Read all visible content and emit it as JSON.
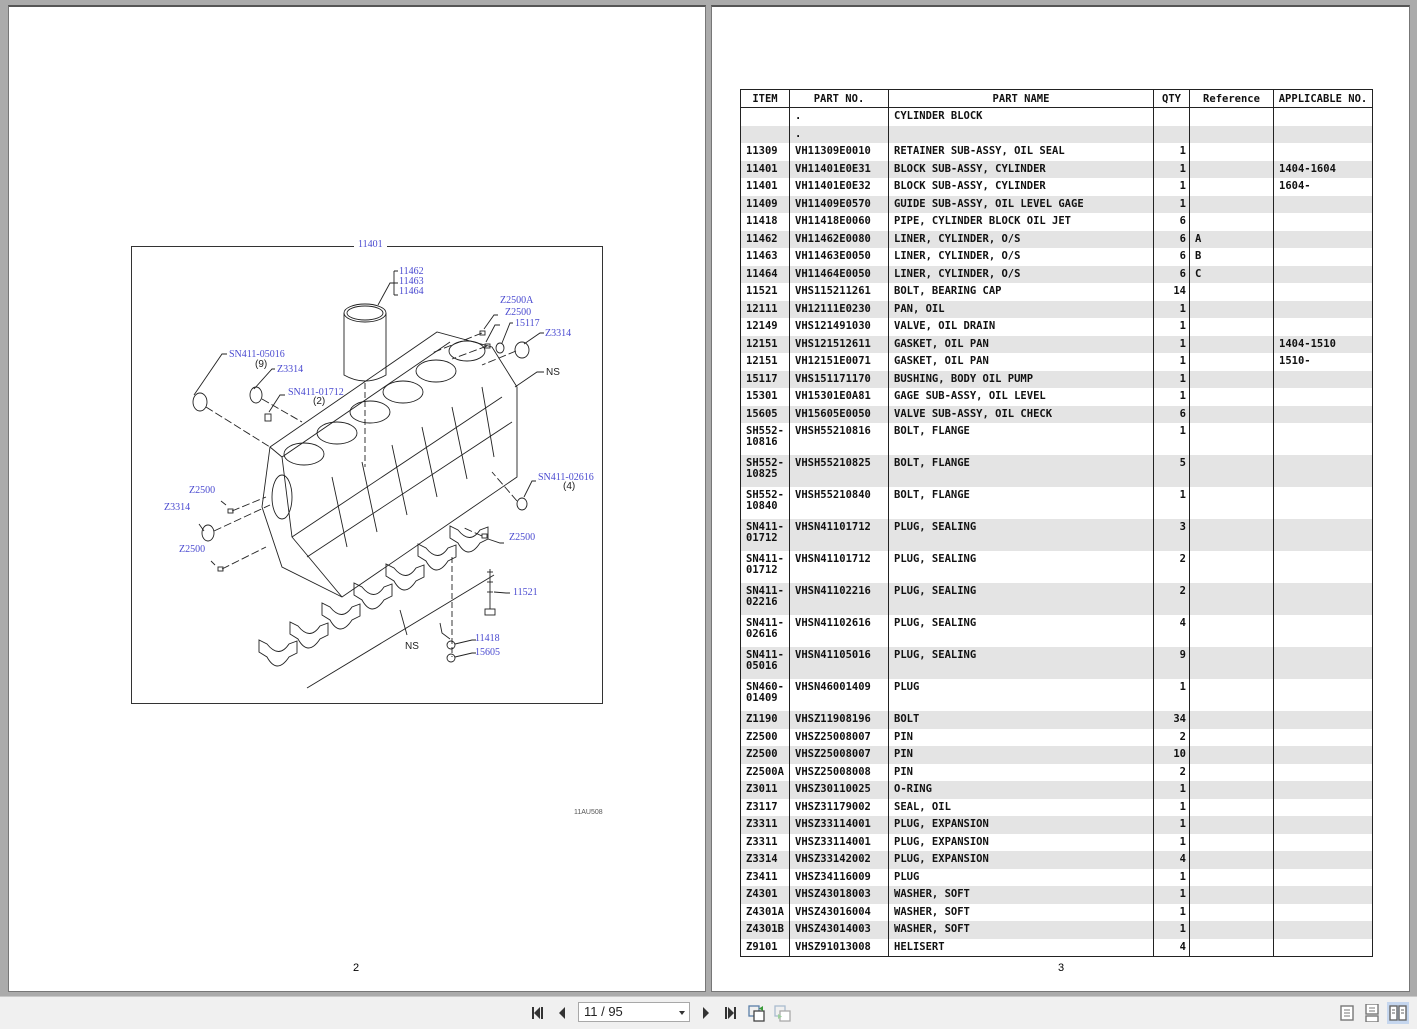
{
  "viewer": {
    "page_indicator": "11 / 95",
    "nav": {
      "first": "first-page",
      "prev": "previous-page",
      "next": "next-page",
      "last": "last-page",
      "back_view": "previous-view",
      "forward_view": "next-view"
    },
    "view_modes": [
      "single-page",
      "continuous",
      "two-page"
    ],
    "active_view_mode": "two-page",
    "accent_color": "#c5d6ee"
  },
  "left_page": {
    "page_number": "2",
    "figure": {
      "title": "11401",
      "code": "11AU508",
      "callouts": [
        {
          "id": "c1",
          "text": "11462"
        },
        {
          "id": "c2",
          "text": "11463"
        },
        {
          "id": "c3",
          "text": "11464"
        },
        {
          "id": "c4",
          "text": "Z2500A"
        },
        {
          "id": "c5",
          "text": "Z2500"
        },
        {
          "id": "c6",
          "text": "15117"
        },
        {
          "id": "c7",
          "text": "Z3314"
        },
        {
          "id": "c8",
          "text": "SN411-05016"
        },
        {
          "id": "c9",
          "text": "Z3314"
        },
        {
          "id": "c10",
          "text": "SN411-01712"
        },
        {
          "id": "c11",
          "text": "Z2500"
        },
        {
          "id": "c12",
          "text": "Z3314"
        },
        {
          "id": "c13",
          "text": "Z2500"
        },
        {
          "id": "c14",
          "text": "SN411-02616"
        },
        {
          "id": "c15",
          "text": "Z2500"
        },
        {
          "id": "c16",
          "text": "11521"
        },
        {
          "id": "c17",
          "text": "11418"
        },
        {
          "id": "c18",
          "text": "15605"
        }
      ],
      "qty_notes": {
        "sn411_05016": "(9)",
        "sn411_01712": "(2)",
        "sn411_02616": "(4)"
      },
      "ns_labels": [
        "NS",
        "NS"
      ]
    }
  },
  "right_page": {
    "page_number": "3",
    "table": {
      "headers": [
        "ITEM",
        "PART NO.",
        "PART NAME",
        "QTY",
        "Reference",
        "APPLICABLE NO."
      ],
      "rows": [
        {
          "item": "",
          "part_no": ".",
          "name": "CYLINDER BLOCK",
          "qty": "",
          "ref": "",
          "app": ""
        },
        {
          "item": "",
          "part_no": ".",
          "name": "",
          "qty": "",
          "ref": "",
          "app": ""
        },
        {
          "item": "11309",
          "part_no": "VH11309E0010",
          "name": "RETAINER SUB-ASSY, OIL SEAL",
          "qty": "1",
          "ref": "",
          "app": ""
        },
        {
          "item": "11401",
          "part_no": "VH11401E0E31",
          "name": "BLOCK SUB-ASSY, CYLINDER",
          "qty": "1",
          "ref": "",
          "app": "1404-1604"
        },
        {
          "item": "11401",
          "part_no": "VH11401E0E32",
          "name": "BLOCK SUB-ASSY, CYLINDER",
          "qty": "1",
          "ref": "",
          "app": "1604-"
        },
        {
          "item": "11409",
          "part_no": "VH11409E0570",
          "name": "GUIDE SUB-ASSY, OIL LEVEL GAGE",
          "qty": "1",
          "ref": "",
          "app": ""
        },
        {
          "item": "11418",
          "part_no": "VH11418E0060",
          "name": "PIPE, CYLINDER BLOCK OIL JET",
          "qty": "6",
          "ref": "",
          "app": ""
        },
        {
          "item": "11462",
          "part_no": "VH11462E0080",
          "name": "LINER, CYLINDER, O/S",
          "qty": "6",
          "ref": "A",
          "app": ""
        },
        {
          "item": "11463",
          "part_no": "VH11463E0050",
          "name": "LINER, CYLINDER, O/S",
          "qty": "6",
          "ref": "B",
          "app": ""
        },
        {
          "item": "11464",
          "part_no": "VH11464E0050",
          "name": "LINER, CYLINDER, O/S",
          "qty": "6",
          "ref": "C",
          "app": ""
        },
        {
          "item": "11521",
          "part_no": "VHS115211261",
          "name": "BOLT, BEARING CAP",
          "qty": "14",
          "ref": "",
          "app": ""
        },
        {
          "item": "12111",
          "part_no": "VH12111E0230",
          "name": "PAN, OIL",
          "qty": "1",
          "ref": "",
          "app": ""
        },
        {
          "item": "12149",
          "part_no": "VHS121491030",
          "name": "VALVE, OIL DRAIN",
          "qty": "1",
          "ref": "",
          "app": ""
        },
        {
          "item": "12151",
          "part_no": "VHS121512611",
          "name": "GASKET, OIL PAN",
          "qty": "1",
          "ref": "",
          "app": "1404-1510"
        },
        {
          "item": "12151",
          "part_no": "VH12151E0071",
          "name": "GASKET, OIL PAN",
          "qty": "1",
          "ref": "",
          "app": "1510-"
        },
        {
          "item": "15117",
          "part_no": "VHS151171170",
          "name": "BUSHING, BODY OIL PUMP",
          "qty": "1",
          "ref": "",
          "app": ""
        },
        {
          "item": "15301",
          "part_no": "VH15301E0A81",
          "name": "GAGE SUB-ASSY, OIL LEVEL",
          "qty": "1",
          "ref": "",
          "app": ""
        },
        {
          "item": "15605",
          "part_no": "VH15605E0050",
          "name": "VALVE SUB-ASSY, OIL CHECK",
          "qty": "6",
          "ref": "",
          "app": ""
        },
        {
          "item": "SH552-\n10816",
          "part_no": "VHSH55210816",
          "name": "BOLT, FLANGE",
          "qty": "1",
          "ref": "",
          "app": "",
          "tall": true
        },
        {
          "item": "SH552-\n10825",
          "part_no": "VHSH55210825",
          "name": "BOLT, FLANGE",
          "qty": "5",
          "ref": "",
          "app": "",
          "tall": true
        },
        {
          "item": "SH552-\n10840",
          "part_no": "VHSH55210840",
          "name": "BOLT, FLANGE",
          "qty": "1",
          "ref": "",
          "app": "",
          "tall": true
        },
        {
          "item": "SN411-\n01712",
          "part_no": "VHSN41101712",
          "name": "PLUG, SEALING",
          "qty": "3",
          "ref": "",
          "app": "",
          "tall": true
        },
        {
          "item": "SN411-\n01712",
          "part_no": "VHSN41101712",
          "name": "PLUG, SEALING",
          "qty": "2",
          "ref": "",
          "app": "",
          "tall": true
        },
        {
          "item": "SN411-\n02216",
          "part_no": "VHSN41102216",
          "name": "PLUG, SEALING",
          "qty": "2",
          "ref": "",
          "app": "",
          "tall": true
        },
        {
          "item": "SN411-\n02616",
          "part_no": "VHSN41102616",
          "name": "PLUG, SEALING",
          "qty": "4",
          "ref": "",
          "app": "",
          "tall": true
        },
        {
          "item": "SN411-\n05016",
          "part_no": "VHSN41105016",
          "name": "PLUG, SEALING",
          "qty": "9",
          "ref": "",
          "app": "",
          "tall": true
        },
        {
          "item": "SN460-\n01409",
          "part_no": "VHSN46001409",
          "name": "PLUG",
          "qty": "1",
          "ref": "",
          "app": "",
          "tall": true
        },
        {
          "item": "Z1190",
          "part_no": "VHSZ11908196",
          "name": "BOLT",
          "qty": "34",
          "ref": "",
          "app": ""
        },
        {
          "item": "Z2500",
          "part_no": "VHSZ25008007",
          "name": "PIN",
          "qty": "2",
          "ref": "",
          "app": ""
        },
        {
          "item": "Z2500",
          "part_no": "VHSZ25008007",
          "name": "PIN",
          "qty": "10",
          "ref": "",
          "app": ""
        },
        {
          "item": "Z2500A",
          "part_no": "VHSZ25008008",
          "name": "PIN",
          "qty": "2",
          "ref": "",
          "app": ""
        },
        {
          "item": "Z3011",
          "part_no": "VHSZ30110025",
          "name": "O-RING",
          "qty": "1",
          "ref": "",
          "app": ""
        },
        {
          "item": "Z3117",
          "part_no": "VHSZ31179002",
          "name": "SEAL, OIL",
          "qty": "1",
          "ref": "",
          "app": ""
        },
        {
          "item": "Z3311",
          "part_no": "VHSZ33114001",
          "name": "PLUG, EXPANSION",
          "qty": "1",
          "ref": "",
          "app": ""
        },
        {
          "item": "Z3311",
          "part_no": "VHSZ33114001",
          "name": "PLUG, EXPANSION",
          "qty": "1",
          "ref": "",
          "app": ""
        },
        {
          "item": "Z3314",
          "part_no": "VHSZ33142002",
          "name": "PLUG, EXPANSION",
          "qty": "4",
          "ref": "",
          "app": ""
        },
        {
          "item": "Z3411",
          "part_no": "VHSZ34116009",
          "name": "PLUG",
          "qty": "1",
          "ref": "",
          "app": ""
        },
        {
          "item": "Z4301",
          "part_no": "VHSZ43018003",
          "name": "WASHER, SOFT",
          "qty": "1",
          "ref": "",
          "app": ""
        },
        {
          "item": "Z4301A",
          "part_no": "VHSZ43016004",
          "name": "WASHER, SOFT",
          "qty": "1",
          "ref": "",
          "app": ""
        },
        {
          "item": "Z4301B",
          "part_no": "VHSZ43014003",
          "name": "WASHER, SOFT",
          "qty": "1",
          "ref": "",
          "app": ""
        },
        {
          "item": "Z9101",
          "part_no": "VHSZ91013008",
          "name": "HELISERT",
          "qty": "4",
          "ref": "",
          "app": ""
        }
      ]
    }
  }
}
